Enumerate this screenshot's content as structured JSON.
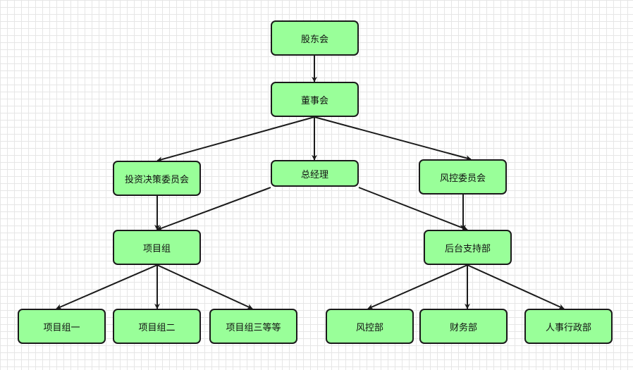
{
  "nodes": {
    "gudonghui": "股东会",
    "dongshihui": "董事会",
    "touzi": "投资决策委员会",
    "zongjingli": "总经理",
    "fengkongwei": "风控委员会",
    "xiangmuzu": "项目组",
    "houtai": "后台支持部",
    "zu1": "项目组一",
    "zu2": "项目组二",
    "zu3": "项目组三等等",
    "fengkongbu": "风控部",
    "caiwu": "财务部",
    "renshi": "人事行政部"
  },
  "edges": [
    {
      "from": "gudonghui",
      "to": "dongshihui"
    },
    {
      "from": "dongshihui",
      "to": "touzi"
    },
    {
      "from": "dongshihui",
      "to": "zongjingli"
    },
    {
      "from": "dongshihui",
      "to": "fengkongwei"
    },
    {
      "from": "touzi",
      "to": "xiangmuzu"
    },
    {
      "from": "zongjingli",
      "to": "xiangmuzu"
    },
    {
      "from": "zongjingli",
      "to": "houtai"
    },
    {
      "from": "fengkongwei",
      "to": "houtai"
    },
    {
      "from": "xiangmuzu",
      "to": "zu1"
    },
    {
      "from": "xiangmuzu",
      "to": "zu2"
    },
    {
      "from": "xiangmuzu",
      "to": "zu3"
    },
    {
      "from": "houtai",
      "to": "fengkongbu"
    },
    {
      "from": "houtai",
      "to": "caiwu"
    },
    {
      "from": "houtai",
      "to": "renshi"
    }
  ],
  "colors": {
    "node_fill": "#99ff99",
    "node_border": "#1a1a1a",
    "edge": "#1a1a1a",
    "grid": "#e6e6e6"
  }
}
